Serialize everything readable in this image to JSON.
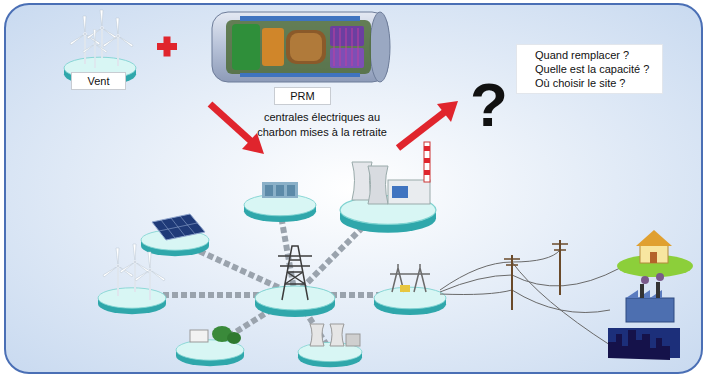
{
  "diagram": {
    "nodes": [
      {
        "text": [
          "Vent"
        ]
      },
      {
        "text": [
          "PRM"
        ]
      },
      {
        "text": [
          "Quand remplacer ?",
          "Quelle est la capacité ?",
          "Où choisir le site ?"
        ]
      }
    ],
    "labels": [
      "centrales électriques au charbon mises à la retraite",
      "?"
    ]
  }
}
